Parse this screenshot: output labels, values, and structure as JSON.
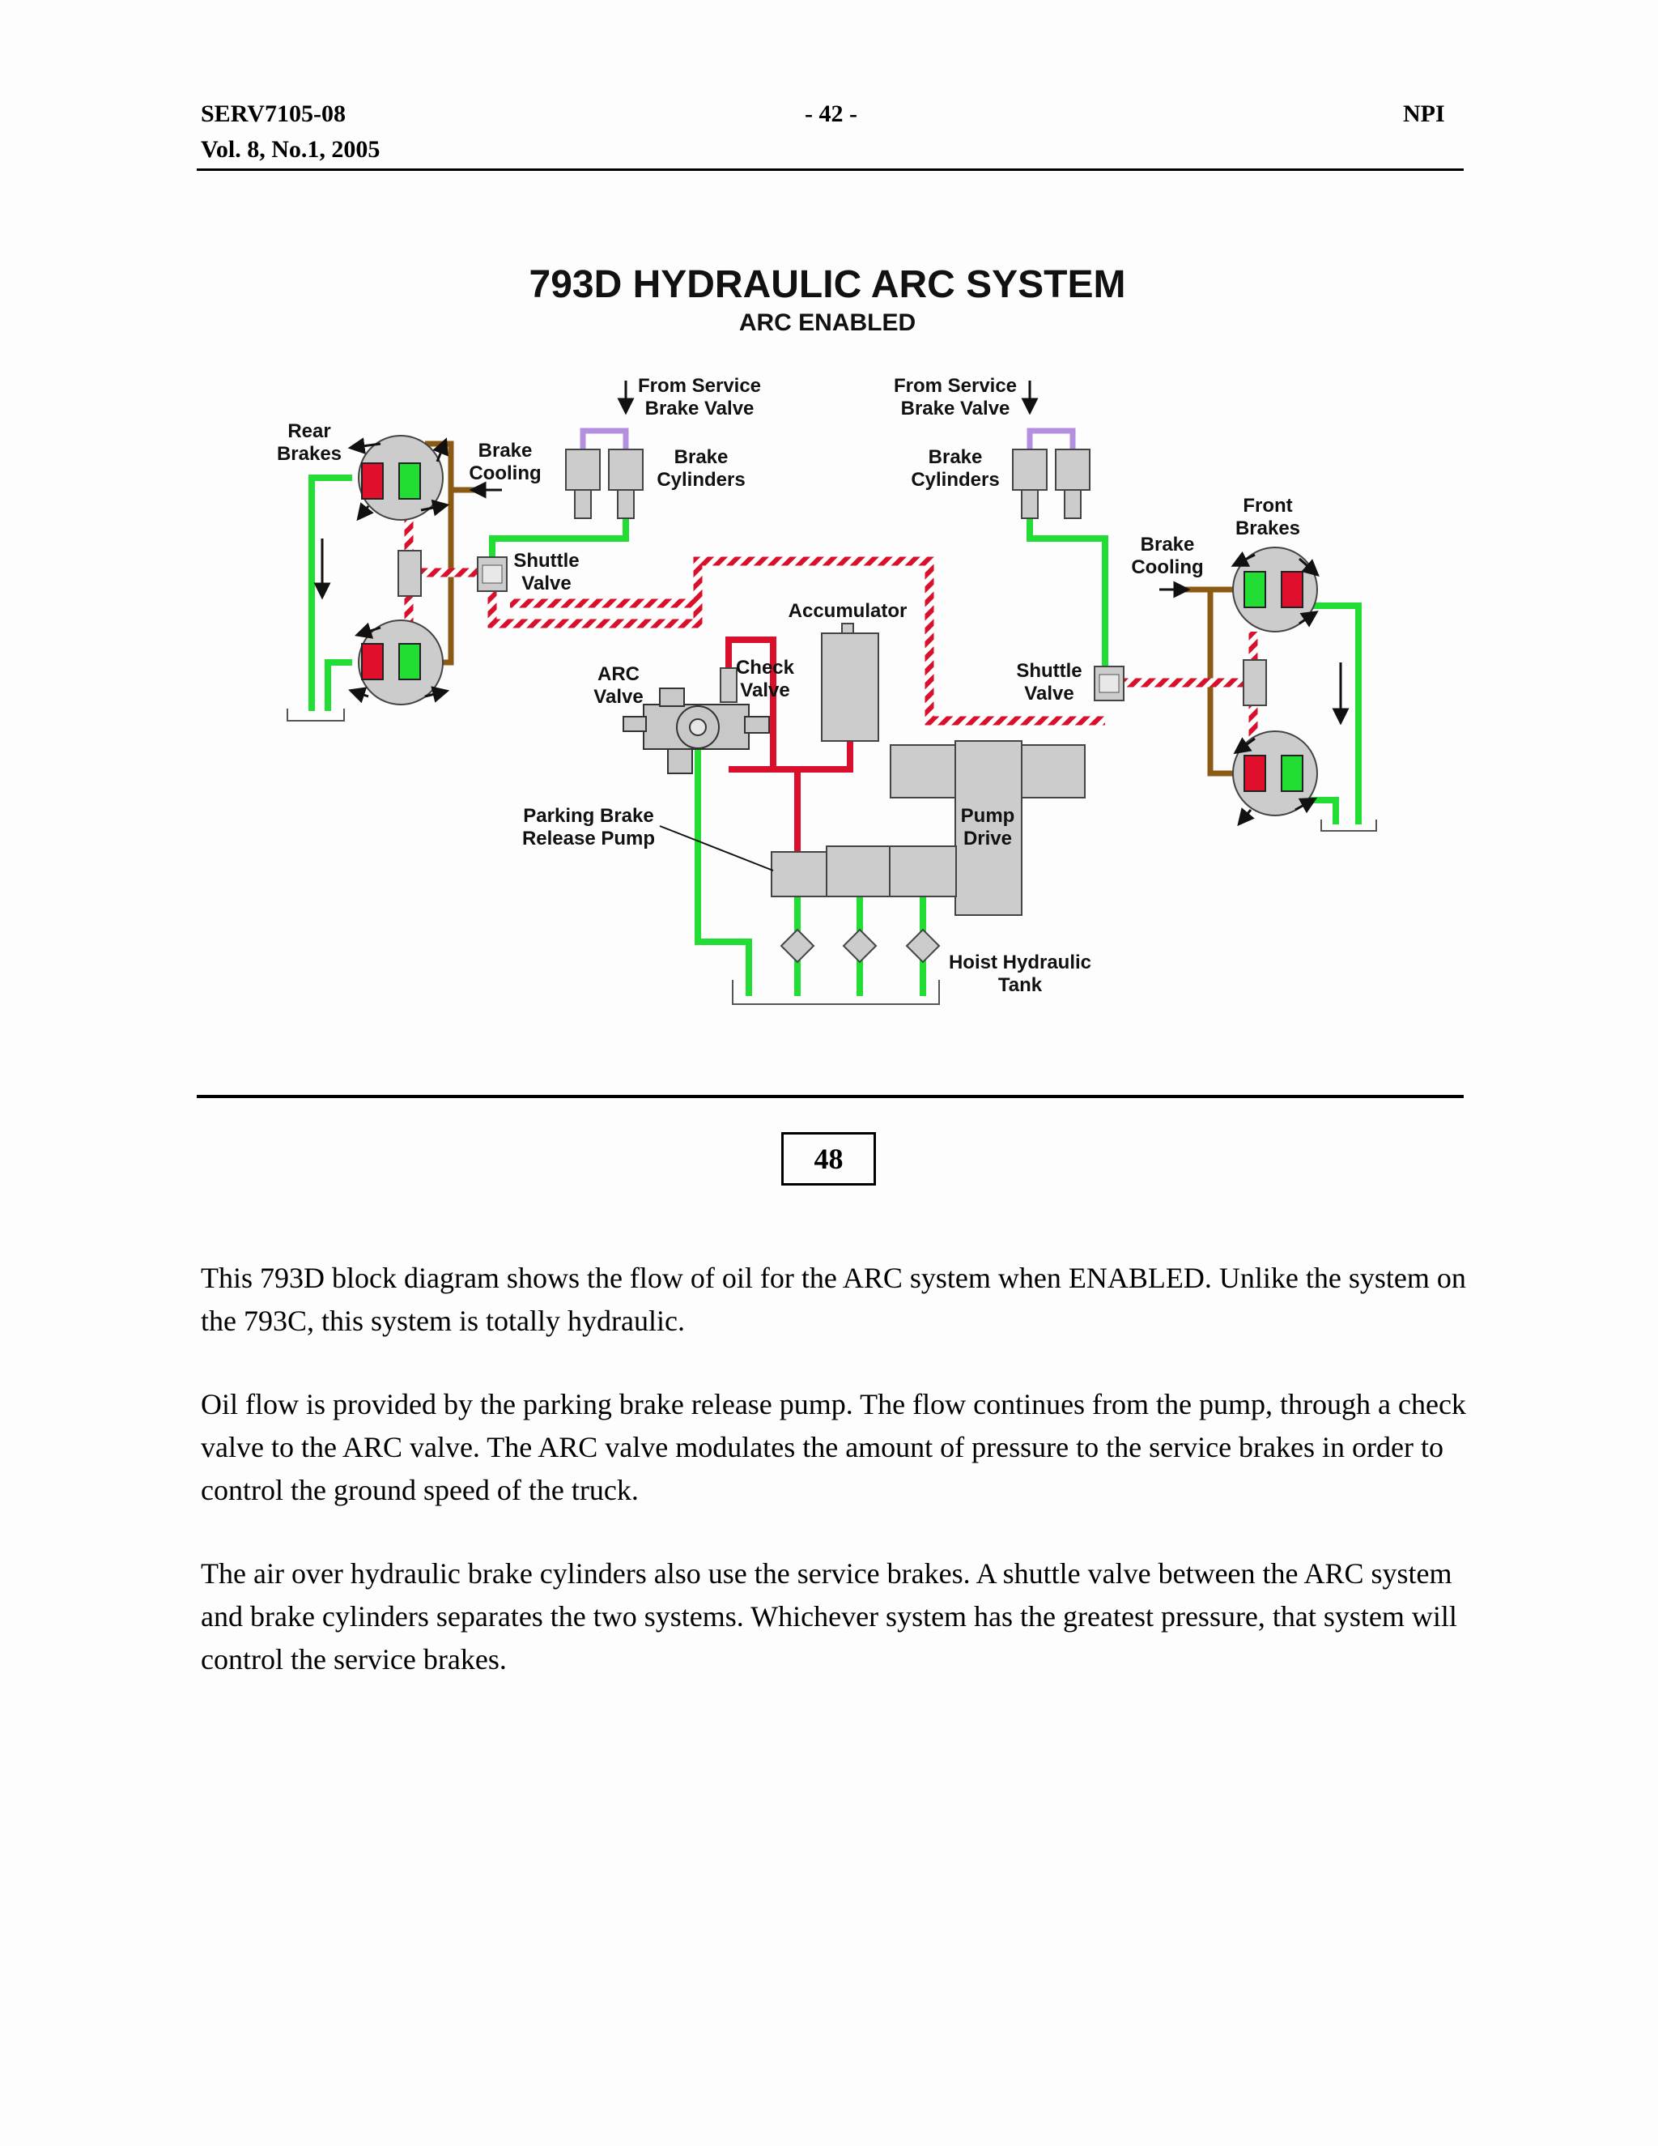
{
  "header": {
    "doc_id": "SERV7105-08",
    "page": "- 42 -",
    "org": "NPI",
    "volume": "Vol. 8, No.1, 2005"
  },
  "diagram": {
    "title": "793D HYDRAULIC ARC SYSTEM",
    "subtitle": "ARC ENABLED",
    "labels": {
      "rear_brakes_1": "Rear",
      "rear_brakes_2": "Brakes",
      "brake_cooling_left_1": "Brake",
      "brake_cooling_left_2": "Cooling",
      "from_service_left_1": "From Service",
      "from_service_left_2": "Brake Valve",
      "brake_cyl_left_1": "Brake",
      "brake_cyl_left_2": "Cylinders",
      "from_service_right_1": "From Service",
      "from_service_right_2": "Brake Valve",
      "brake_cyl_right_1": "Brake",
      "brake_cyl_right_2": "Cylinders",
      "front_brakes_1": "Front",
      "front_brakes_2": "Brakes",
      "brake_cooling_right_1": "Brake",
      "brake_cooling_right_2": "Cooling",
      "shuttle_left_1": "Shuttle",
      "shuttle_left_2": "Valve",
      "accumulator": "Accumulator",
      "check_valve_1": "Check",
      "check_valve_2": "Valve",
      "arc_valve_1": "ARC",
      "arc_valve_2": "Valve",
      "shuttle_right_1": "Shuttle",
      "shuttle_right_2": "Valve",
      "parking_pump_1": "Parking Brake",
      "parking_pump_2": "Release Pump",
      "pump_drive_1": "Pump",
      "pump_drive_2": "Drive",
      "hoist_tank_1": "Hoist Hydraulic",
      "hoist_tank_2": "Tank"
    },
    "colors": {
      "supply_green": "#22dd33",
      "arc_red": "#d8102c",
      "service_purple": "#b48fe0",
      "cooling_brown": "#8b5a14",
      "component_gray": "#c8c8c8"
    }
  },
  "figure_number": "48",
  "paragraphs": [
    "This 793D block diagram shows the flow of oil for the ARC system when ENABLED.  Unlike the system on the 793C, this system is totally hydraulic.",
    "Oil flow is provided by the parking brake release pump.  The flow continues from the pump, through a check valve to the ARC valve.  The ARC valve modulates the amount of pressure to the service brakes in order to control the ground speed of the truck.",
    "The air over hydraulic brake cylinders also use the service brakes.  A shuttle valve between the ARC system and brake cylinders separates the two systems.  Whichever system has the greatest pressure, that system will control the service brakes."
  ]
}
